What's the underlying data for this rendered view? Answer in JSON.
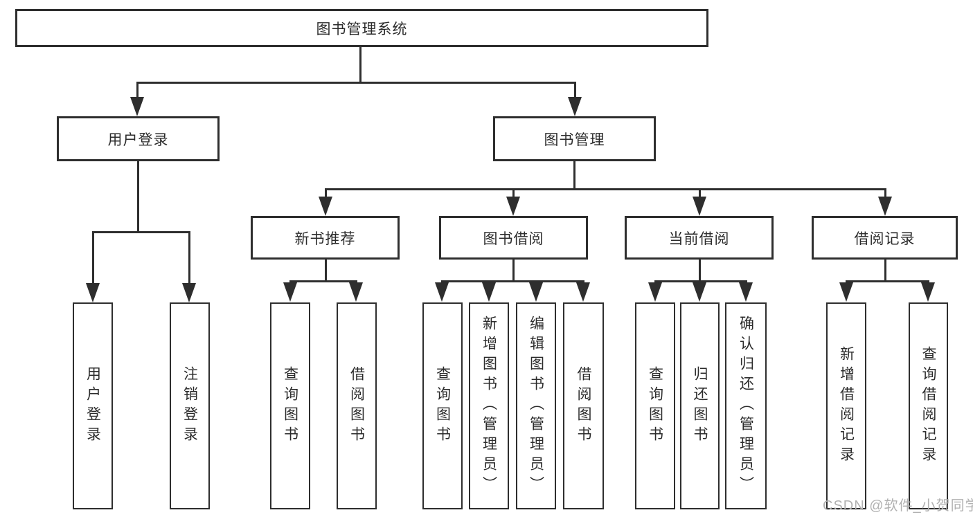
{
  "diagram": {
    "root": {
      "label": "图书管理系统",
      "children": [
        {
          "label": "用户登录",
          "children": [
            {
              "label": "用户登录"
            },
            {
              "label": "注销登录"
            }
          ]
        },
        {
          "label": "图书管理",
          "children": [
            {
              "label": "新书推荐",
              "children": [
                {
                  "label": "查询图书"
                },
                {
                  "label": "借阅图书"
                }
              ]
            },
            {
              "label": "图书借阅",
              "children": [
                {
                  "label": "查询图书"
                },
                {
                  "label": "新增图书（管理员）"
                },
                {
                  "label": "编辑图书（管理员）"
                },
                {
                  "label": "借阅图书"
                }
              ]
            },
            {
              "label": "当前借阅",
              "children": [
                {
                  "label": "查询图书"
                },
                {
                  "label": "归还图书"
                },
                {
                  "label": "确认归还（管理员）"
                }
              ]
            },
            {
              "label": "借阅记录",
              "children": [
                {
                  "label": "新增借阅记录"
                },
                {
                  "label": "查询借阅记录"
                }
              ]
            }
          ]
        }
      ]
    }
  },
  "watermark": {
    "text": "CSDN @软件_小贺同学"
  },
  "colors": {
    "line": "#2e2e2e",
    "box_border": "#2e2e2e",
    "text": "#2b2b2b",
    "background": "#ffffff",
    "watermark": "#b1b1b1"
  }
}
